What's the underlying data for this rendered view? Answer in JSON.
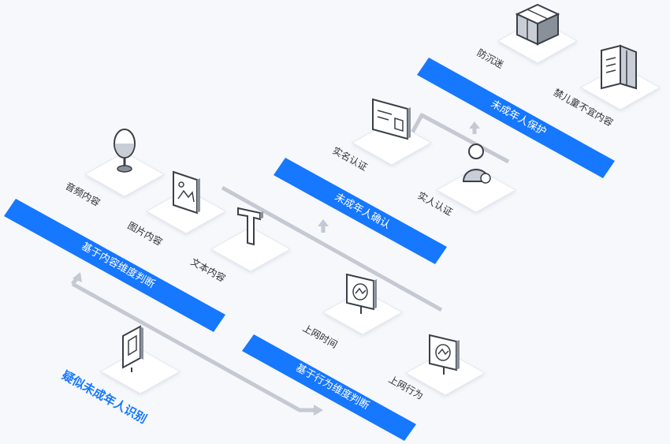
{
  "title": "疑似未成年人识别",
  "banners": {
    "content": "基于内容维度判断",
    "behavior": "基于行为维度判断",
    "confirm": "未成年人确认",
    "protect": "未成年人保护"
  },
  "items": {
    "audio": "音频内容",
    "image": "图片内容",
    "text": "文本内容",
    "online_time": "上网时间",
    "online_behavior": "上网行为",
    "realname": "实名认证",
    "realperson": "实人认证",
    "anti_addiction": "防沉迷",
    "forbidden": "禁儿童不宜内容"
  },
  "colors": {
    "accent": "#1677ff",
    "line": "#c4c9d2",
    "card": "#ffffff",
    "icon": "#3a3f47"
  },
  "icons": [
    "monitor-cube-icon",
    "microphone-icon",
    "picture-icon",
    "text-t-icon",
    "monitor-chart-icon",
    "id-card-icon",
    "person-verify-icon",
    "cube-blocks-icon",
    "books-icon"
  ]
}
